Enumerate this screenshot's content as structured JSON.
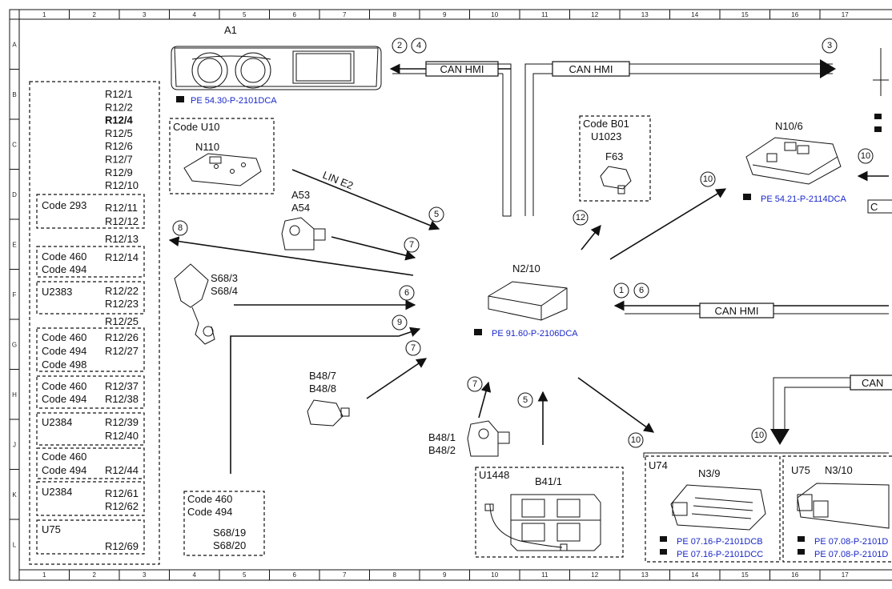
{
  "ruler": {
    "top": [
      "1",
      "2",
      "3",
      "4",
      "5",
      "6",
      "7",
      "8",
      "9",
      "10",
      "11",
      "12",
      "13",
      "14",
      "15",
      "16",
      "17"
    ],
    "bottom": [
      "1",
      "2",
      "3",
      "4",
      "5",
      "6",
      "7",
      "8",
      "9",
      "10",
      "11",
      "12",
      "13",
      "14",
      "15",
      "16",
      "17"
    ],
    "left": [
      "A",
      "B",
      "C",
      "D",
      "E",
      "F",
      "G",
      "H",
      "J",
      "K",
      "L"
    ]
  },
  "components": {
    "a1": {
      "label": "A1",
      "ref": "PE 54.30-P-2101DCA"
    },
    "u10": {
      "code": "Code U10",
      "label": "N110"
    },
    "lin": {
      "label": "LIN E2"
    },
    "a53": {
      "label1": "A53",
      "label2": "A54"
    },
    "s68": {
      "label1": "S68/3",
      "label2": "S68/4"
    },
    "b48_7": {
      "label1": "B48/7",
      "label2": "B48/8"
    },
    "b48_1": {
      "label1": "B48/1",
      "label2": "B48/2"
    },
    "n2": {
      "label": "N2/10",
      "ref": "PE 91.60-P-2106DCA"
    },
    "b01": {
      "code1": "Code B01",
      "code2": "U1023",
      "label": "F63"
    },
    "n10": {
      "label": "N10/6",
      "ref": "PE 54.21-P-2114DCA"
    },
    "u1448": {
      "code": "U1448",
      "label": "B41/1"
    },
    "u74": {
      "code": "U74",
      "label": "N3/9",
      "ref1": "PE 07.16-P-2101DCB",
      "ref2": "PE 07.16-P-2101DCC"
    },
    "u75": {
      "code": "U75",
      "label": "N3/10",
      "ref1": "PE 07.08-P-2101D",
      "ref2": "PE 07.08-P-2101D"
    },
    "s68_19": {
      "code1": "Code 460",
      "code2": "Code 494",
      "label1": "S68/19",
      "label2": "S68/20"
    }
  },
  "buses": {
    "bus1": "CAN HMI",
    "bus2": "CAN HMI",
    "bus3": "CAN HMI",
    "bus4": "CAN"
  },
  "markers": {
    "m2": "2",
    "m4": "4",
    "m3": "3",
    "m10a": "10",
    "m5a": "5",
    "m7a": "7",
    "m8": "8",
    "m6a": "6",
    "m9": "9",
    "m7b": "7",
    "m10b": "10",
    "m12": "12",
    "m1": "1",
    "m6b": "6",
    "m7c": "7",
    "m5b": "5",
    "m10c": "10",
    "m10d": "10"
  },
  "r12_list": {
    "top": [
      "R12/1",
      "R12/2",
      "R12/4",
      "R12/5",
      "R12/6",
      "R12/7",
      "R12/9",
      "R12/10"
    ],
    "bold_item": "R12/4",
    "g293": {
      "code": "Code 293",
      "items": [
        "R12/11",
        "R12/12"
      ]
    },
    "r12_13": "R12/13",
    "g460a": {
      "codes": [
        "Code 460",
        "Code 494"
      ],
      "item": "R12/14"
    },
    "g2383": {
      "code": "U2383",
      "items": [
        "R12/22",
        "R12/23"
      ]
    },
    "r12_25": "R12/25",
    "g460b": {
      "codes": [
        "Code 460",
        "Code 494",
        "Code 498"
      ],
      "items": [
        "R12/26",
        "R12/27"
      ]
    },
    "g460c": {
      "codes": [
        "Code 460",
        "Code 494"
      ],
      "items": [
        "R12/37",
        "R12/38"
      ]
    },
    "g2384a": {
      "code": "U2384",
      "items": [
        "R12/39",
        "R12/40"
      ]
    },
    "g460d": {
      "codes": [
        "Code 460",
        "Code 494"
      ],
      "item": "R12/44"
    },
    "g2384b": {
      "code": "U2384",
      "items": [
        "R12/61",
        "R12/62"
      ]
    },
    "g75": {
      "code": "U75",
      "item": "R12/69"
    }
  },
  "right_edge": {
    "box_letter": "C"
  }
}
